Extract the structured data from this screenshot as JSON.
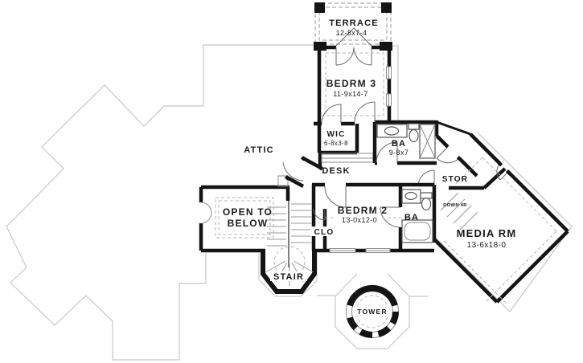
{
  "colors": {
    "wall": "#141414",
    "roof_outline": "#c8c8c8",
    "dashed": "#b5b5b5",
    "fixture": "#555555",
    "thin": "#8a8a8a",
    "text": "#1a1a1a",
    "background": "#ffffff"
  },
  "rooms": {
    "terrace": {
      "name": "TERRACE",
      "dims": "12-8x7-4"
    },
    "bedroom3": {
      "name": "BEDRM 3",
      "dims": "11-9x14-7"
    },
    "wic": {
      "name": "WIC",
      "dims": "6-8x3-8"
    },
    "bath1": {
      "name": "BA",
      "dims": "9-8x7"
    },
    "desk": {
      "name": "DESK"
    },
    "attic": {
      "name": "ATTIC"
    },
    "open_to_below": {
      "name_line1": "OPEN TO",
      "name_line2": "BELOW"
    },
    "bedroom2": {
      "name": "BEDRM 2",
      "dims": "13-0x12-0"
    },
    "closet": {
      "name": "CLO"
    },
    "bath2": {
      "name": "BA"
    },
    "storage": {
      "name": "STOR"
    },
    "media_room": {
      "name": "MEDIA RM",
      "dims": "13-6x18-0"
    },
    "stair": {
      "name": "STAIR"
    },
    "tower": {
      "name": "TOWER"
    },
    "down_note": {
      "label": "DOWN 4R"
    }
  }
}
